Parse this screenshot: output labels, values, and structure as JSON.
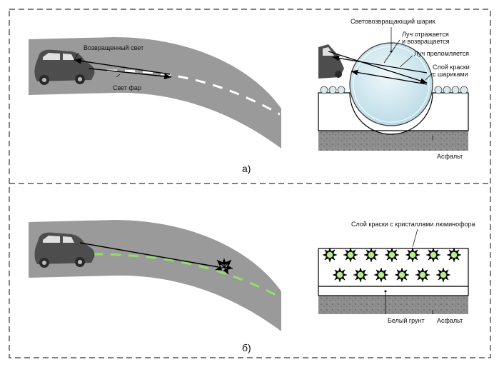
{
  "panel_a": {
    "label": "а)",
    "road_labels": {
      "returned_light": "Возвращенный свет",
      "headlight": "Свет фар"
    },
    "bead_labels": {
      "bead": "Световозвращающий шарик",
      "reflected": "Луч отражается",
      "returned": "и возвращается",
      "refracted": "Луч преломляется",
      "paint_layer": "Слой краски",
      "with_beads": "с шариками",
      "asphalt": "Асфальт"
    }
  },
  "panel_b": {
    "label": "б)",
    "paint_label": "Слой краски с кристаллами люминофора",
    "primer_label": "Белый грунт",
    "asphalt": "Асфальт"
  },
  "colors": {
    "road": "#9a9a9a",
    "marking_white": "#ffffff",
    "marking_green": "#8fe06a",
    "bead_fill": "#cfe6ee",
    "phosphor": "#b6f08a",
    "asphalt": "#8a8a8a"
  }
}
